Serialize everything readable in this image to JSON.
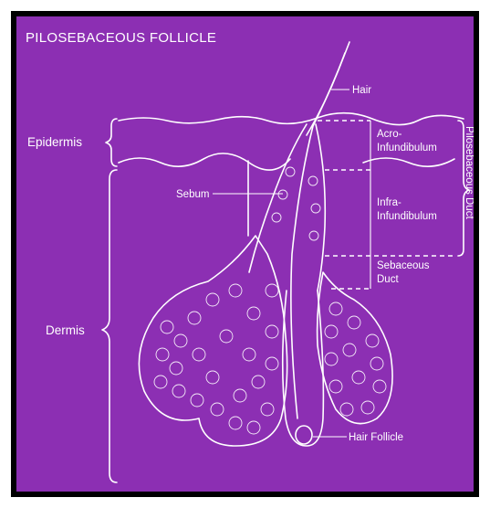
{
  "title": "PILOSEBACEOUS FOLLICLE",
  "labels": {
    "hair": "Hair",
    "epidermis": "Epidermis",
    "dermis": "Dermis",
    "sebum": "Sebum",
    "acro_line1": "Acro-",
    "acro_line2": "Infundibulum",
    "infra_line1": "Infra-",
    "infra_line2": "Infundibulum",
    "duct_line1": "Sebaceous",
    "duct_line2": "Duct",
    "hair_follicle": "Hair Follicle",
    "pilosebaceous_duct": "Pilosebaceous Duct"
  },
  "colors": {
    "background": "#8c2fb3",
    "ink": "#ffffff",
    "frame": "#000000"
  }
}
